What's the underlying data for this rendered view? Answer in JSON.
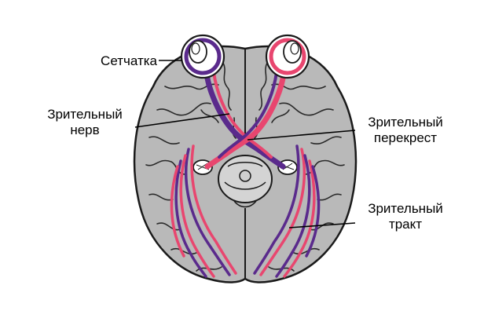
{
  "labels": {
    "retina": "Сетчатка",
    "optic_nerve": [
      "Зрительный",
      "нерв"
    ],
    "optic_chiasm": [
      "Зрительный",
      "перекрест"
    ],
    "optic_tract": [
      "Зрительный",
      "тракт"
    ]
  },
  "colors": {
    "background": "#ffffff",
    "brain_fill": "#b9b9b9",
    "brain_outline": "#1a1a1a",
    "left_pathway": "#5a2a8c",
    "right_pathway": "#e8466f"
  },
  "icons": {
    "left_eye": "eye-icon",
    "right_eye": "eye-icon"
  }
}
